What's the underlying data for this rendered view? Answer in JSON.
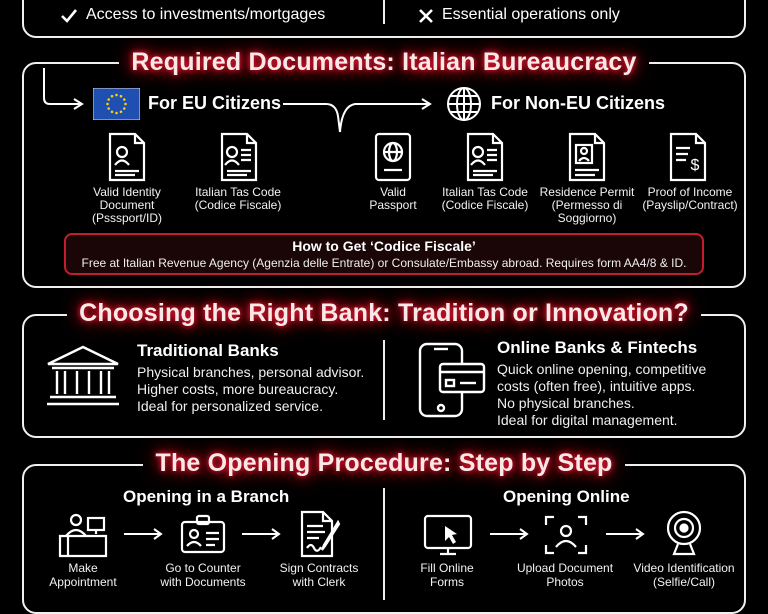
{
  "top": {
    "left_item": "Access to investments/mortgages",
    "right_item": "Essential operations only"
  },
  "documents": {
    "title": "Required Documents: Italian Bureaucracy",
    "eu": {
      "heading": "For EU Citizens",
      "items": [
        "Valid Identity Document (Psssport/ID)",
        "Italian Tas Code (Codice Fiscale)"
      ]
    },
    "non_eu": {
      "heading": "For Non-EU Citizens",
      "items": [
        "Valid Passport",
        "Italian Tas Code (Codice Fiscale)",
        "Residence Permit (Permesso di Soggiorno)",
        "Proof of Income (Payslip/Contract)"
      ]
    },
    "note": {
      "title": "How to Get ‘Codice Fiscale’",
      "text": "Free at Italian Revenue Agency (Agenzia delle Entrate) or Consulate/Embassy abroad. Requires form AA4/8 & ID."
    }
  },
  "banks": {
    "title": "Choosing the Right Bank: Tradition or Innovation?",
    "traditional": {
      "heading": "Traditional Banks",
      "lines": [
        "Physical branches, personal advisor.",
        "Higher costs, more bureaucracy.",
        "Ideal for personalized service."
      ]
    },
    "online": {
      "heading": "Online Banks & Fintechs",
      "lines": [
        "Quick online opening, competitive",
        "costs (often free), intuitive apps.",
        "No physical branches.",
        "Ideal for digital management."
      ]
    }
  },
  "procedure": {
    "title": "The Opening Procedure: Step by Step",
    "branch": {
      "heading": "Opening in a Branch",
      "steps": [
        [
          "Make",
          "Appointment"
        ],
        [
          "Go to Counter",
          "with Documents"
        ],
        [
          "Sign Contracts",
          "with Clerk"
        ]
      ]
    },
    "online": {
      "heading": "Opening Online",
      "steps": [
        [
          "Fill Online",
          "Forms"
        ],
        [
          "Upload Document",
          "Photos"
        ],
        [
          "Video Identification",
          "(Selfie/Call)"
        ]
      ]
    }
  },
  "colors": {
    "accent_glow": "#e0102a",
    "note_border": "#c41e2e",
    "eu_flag": "#1f4fb0"
  }
}
